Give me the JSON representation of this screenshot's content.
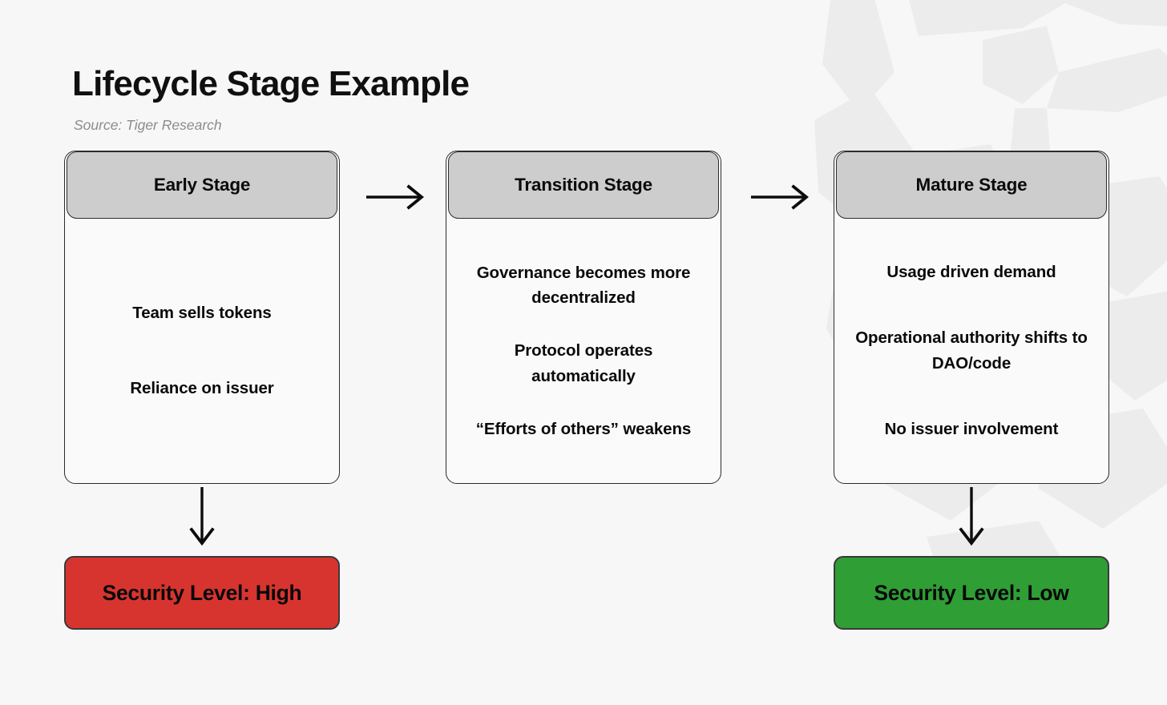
{
  "canvas": {
    "background_color": "#f7f7f7",
    "watermark": "tiger-polygon-watermark"
  },
  "header": {
    "title": "Lifecycle Stage Example",
    "source": "Source: Tiger Research"
  },
  "diagram": {
    "type": "flow",
    "stages": [
      {
        "id": "early",
        "header": "Early Stage",
        "header_color": "#cdcdcd",
        "lines": [
          "Team sells tokens",
          "Reliance on issuer"
        ]
      },
      {
        "id": "transition",
        "header": "Transition Stage",
        "header_color": "#cdcdcd",
        "lines": [
          "Governance becomes more decentralized",
          "Protocol operates automatically",
          "“Efforts of others” weakens"
        ]
      },
      {
        "id": "mature",
        "header": "Mature Stage",
        "header_color": "#cdcdcd",
        "lines": [
          "Usage driven demand",
          "Operational authority shifts to DAO/code",
          "No issuer involvement"
        ]
      }
    ],
    "connectors": [
      {
        "id": "early-to-transition",
        "direction": "right",
        "icon": "arrow-right-icon"
      },
      {
        "id": "transition-to-mature",
        "direction": "right",
        "icon": "arrow-right-icon"
      },
      {
        "id": "early-to-verdict",
        "direction": "down",
        "icon": "arrow-down-icon"
      },
      {
        "id": "mature-to-verdict",
        "direction": "down",
        "icon": "arrow-down-icon"
      }
    ],
    "verdicts": [
      {
        "id": "high",
        "label": "Security Level: High",
        "color": "#d8342f",
        "linked_stage": "early"
      },
      {
        "id": "low",
        "label": "Security Level: Low",
        "color": "#2f9e35",
        "linked_stage": "mature"
      }
    ]
  }
}
